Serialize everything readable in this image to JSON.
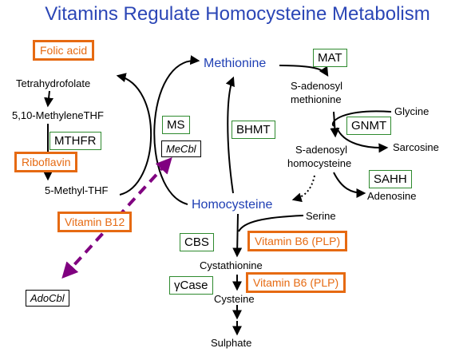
{
  "title": "Vitamins Regulate Homocysteine Metabolism",
  "metabolites": {
    "tetrahydrofolate": "Tetrahydrofolate",
    "methylene_thf": "5,10-MethyleneTHF",
    "methyl_thf": "5-Methyl-THF",
    "methionine": "Methionine",
    "homocysteine": "Homocysteine",
    "sam_line1": "S-adenosyl",
    "sam_line2": "methionine",
    "sah_line1": "S-adenosyl",
    "sah_line2": "homocysteine",
    "glycine": "Glycine",
    "sarcosine": "Sarcosine",
    "adenosine": "Adenosine",
    "serine": "Serine",
    "cystathionine": "Cystathionine",
    "cysteine": "Cysteine",
    "sulphate": "Sulphate"
  },
  "enzymes": {
    "mthfr": "MTHFR",
    "ms": "MS",
    "bhmt": "BHMT",
    "mat": "MAT",
    "gnmt": "GNMT",
    "sahh": "SAHH",
    "cbs": "CBS",
    "gcase": "γCase"
  },
  "cofactors": {
    "mecbl": "MeCbl",
    "adocbl": "AdoCbl"
  },
  "vitamins": {
    "folic_acid": "Folic acid",
    "riboflavin": "Riboflavin",
    "b12": "Vitamin B12",
    "b6_cbs": "Vitamin B6 (PLP)",
    "b6_gcase": "Vitamin B6 (PLP)"
  },
  "colors": {
    "title": "#2b46b6",
    "metabolite_highlight": "#1f3fb4",
    "vitamin_box": "#e66a12",
    "enzyme_box": "#2e8a2e",
    "b12_arrow": "#800080"
  }
}
